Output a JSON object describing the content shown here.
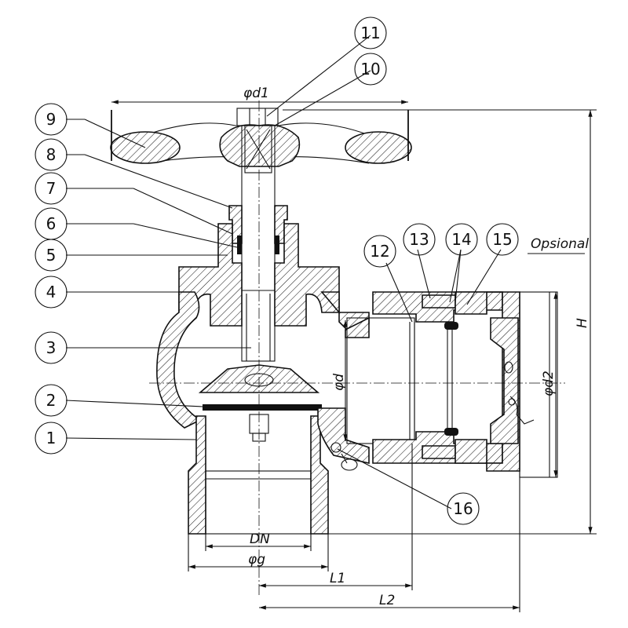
{
  "dimensions": {
    "d1": "φd1",
    "d": "φd",
    "d2": "φd2",
    "H": "H",
    "DN": "DN",
    "g": "φg",
    "L1": "L1",
    "L2": "L2"
  },
  "note": "Opsional",
  "callouts": [
    "1",
    "2",
    "3",
    "4",
    "5",
    "6",
    "7",
    "8",
    "9",
    "10",
    "11",
    "12",
    "13",
    "14",
    "15",
    "16"
  ],
  "colors": {
    "ink": "#111111",
    "paper": "#ffffff"
  }
}
